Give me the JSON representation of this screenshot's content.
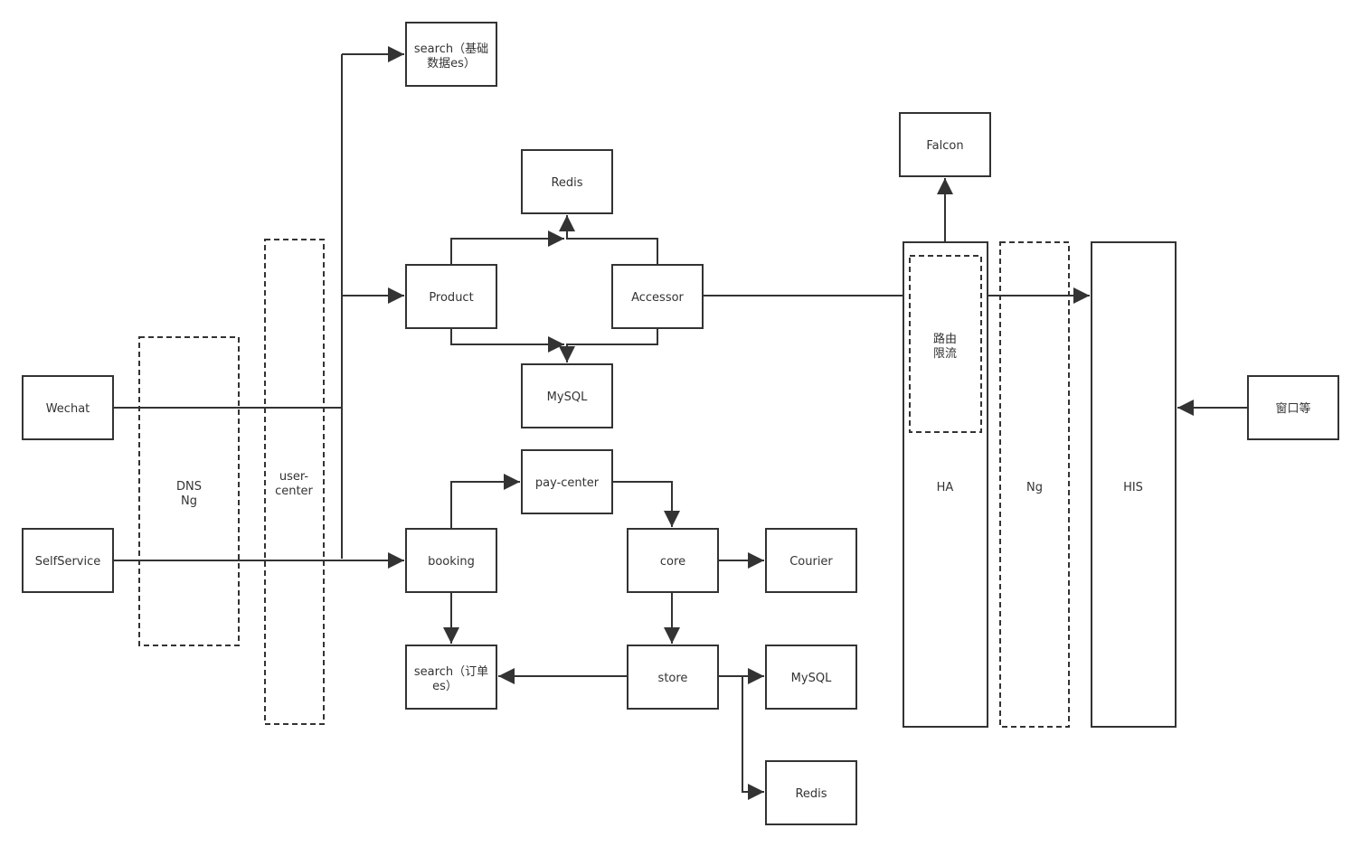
{
  "nodes": {
    "wechat": "Wechat",
    "selfservice": "SelfService",
    "dns_ng": [
      "DNS",
      "Ng"
    ],
    "user_center": [
      "user-",
      "center"
    ],
    "search_basic": [
      "search（基础",
      "数据es）"
    ],
    "redis_top": "Redis",
    "product": "Product",
    "accessor": "Accessor",
    "mysql_top": "MySQL",
    "pay_center": "pay-center",
    "booking": "booking",
    "core": "core",
    "courier": "Courier",
    "search_order": [
      "search（订单",
      "es）"
    ],
    "store": "store",
    "mysql_bottom": "MySQL",
    "redis_bottom": "Redis",
    "falcon": "Falcon",
    "ha": "HA",
    "route_limit": [
      "路由",
      "限流"
    ],
    "ng": "Ng",
    "his": "HIS",
    "window": "窗口等"
  }
}
